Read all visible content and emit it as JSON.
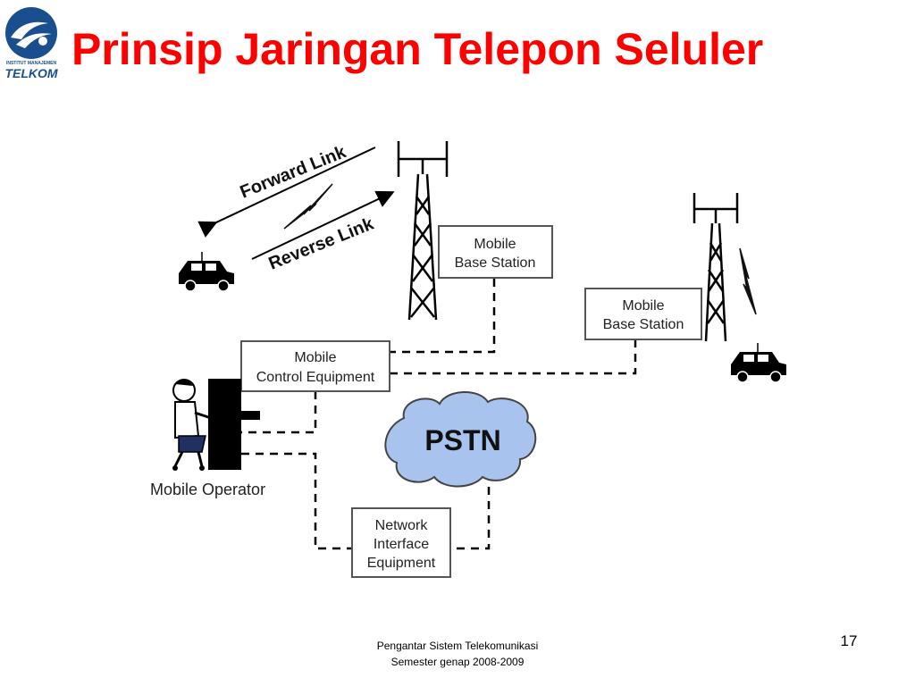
{
  "slide": {
    "title": "Prinsip Jaringan Telepon Seluler",
    "page_number": "17",
    "footer_line1": "Pengantar Sistem Telekomunikasi",
    "footer_line2": "Semester genap 2008-2009"
  },
  "logo": {
    "institution": "INSTITUT MANAJEMEN",
    "name": "TELKOM",
    "color": "#1a4f8f"
  },
  "diagram": {
    "forward_link": "Forward Link",
    "reverse_link": "Reverse Link",
    "base_station_1": [
      "Mobile",
      "Base Station"
    ],
    "base_station_2": [
      "Mobile",
      "Base Station"
    ],
    "mobile_control": [
      "Mobile",
      "Control Equipment"
    ],
    "pstn": "PSTN",
    "network_interface": [
      "Network",
      "Interface",
      "Equipment"
    ],
    "mobile_operator": "Mobile Operator",
    "icons": [
      "car-icon",
      "antenna-tower-icon",
      "lightning-bolt-icon",
      "operator-person-icon",
      "cloud-icon"
    ],
    "colors": {
      "title_red": "#ff0000",
      "cloud_blue": "#a8c4ee",
      "box_border": "#555555"
    }
  }
}
